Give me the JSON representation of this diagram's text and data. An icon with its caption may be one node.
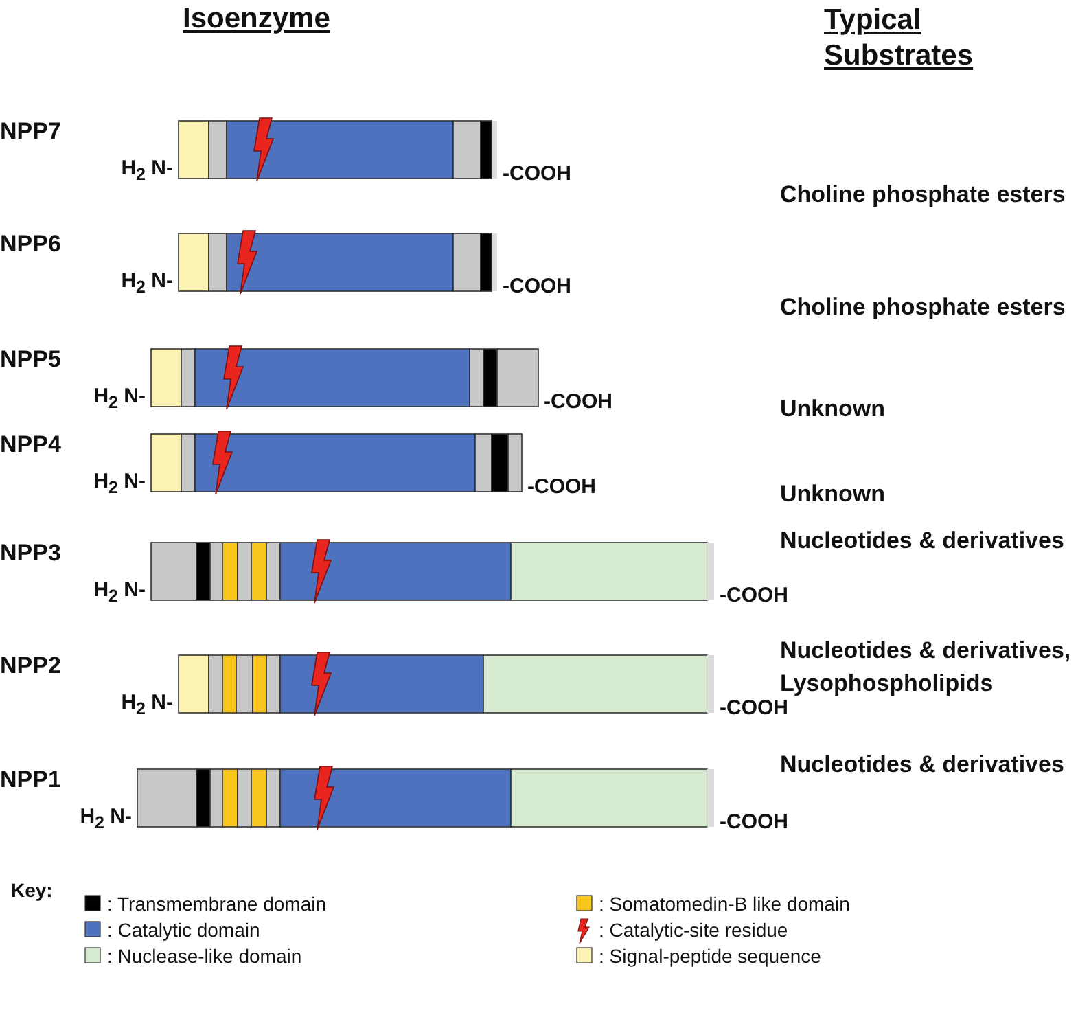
{
  "diagram": {
    "labels": [
      "Isoenzyme",
      "Typical Substrates",
      "NPP7",
      "H$_{2}$ N-",
      "-COOH",
      "Choline phosphate esters",
      "NPP6",
      "H$_{2}$ N-",
      "-COOH",
      "Choline phosphate esters",
      "NPP5",
      "H$_{2}$ N-",
      "-COOH",
      "Unknown",
      "NPP4",
      "H$_{2}$ N-",
      "-COOH",
      "Unknown",
      "NPP3",
      "H$_{2}$ N-",
      "-COOH",
      "Nucleotides & derivatives",
      "NPP2",
      "H$_{2}$ N-",
      "-COOH",
      "Nucleotides & derivatives, Lysophospholipids",
      "NPP1",
      "H$_{2}$ N-",
      "-COOH",
      "Nucleotides & derivatives",
      "Key:"
    ],
    "legend": [
      {
        "text": ": Transmembrane domain",
        "color": "#000000"
      },
      {
        "text": ": Catalytic domain",
        "color": "#4f72be"
      },
      {
        "text": ": Nuclease-like domain",
        "color": "#d6ead2"
      },
      {
        "text": ": Somatomedin-B like domain",
        "color": "#f7c51c"
      },
      {
        "text": ": Catalytic-site residue"
      },
      {
        "text": ": Signal-peptide sequence",
        "color": "#fbf3b4"
      }
    ]
  }
}
